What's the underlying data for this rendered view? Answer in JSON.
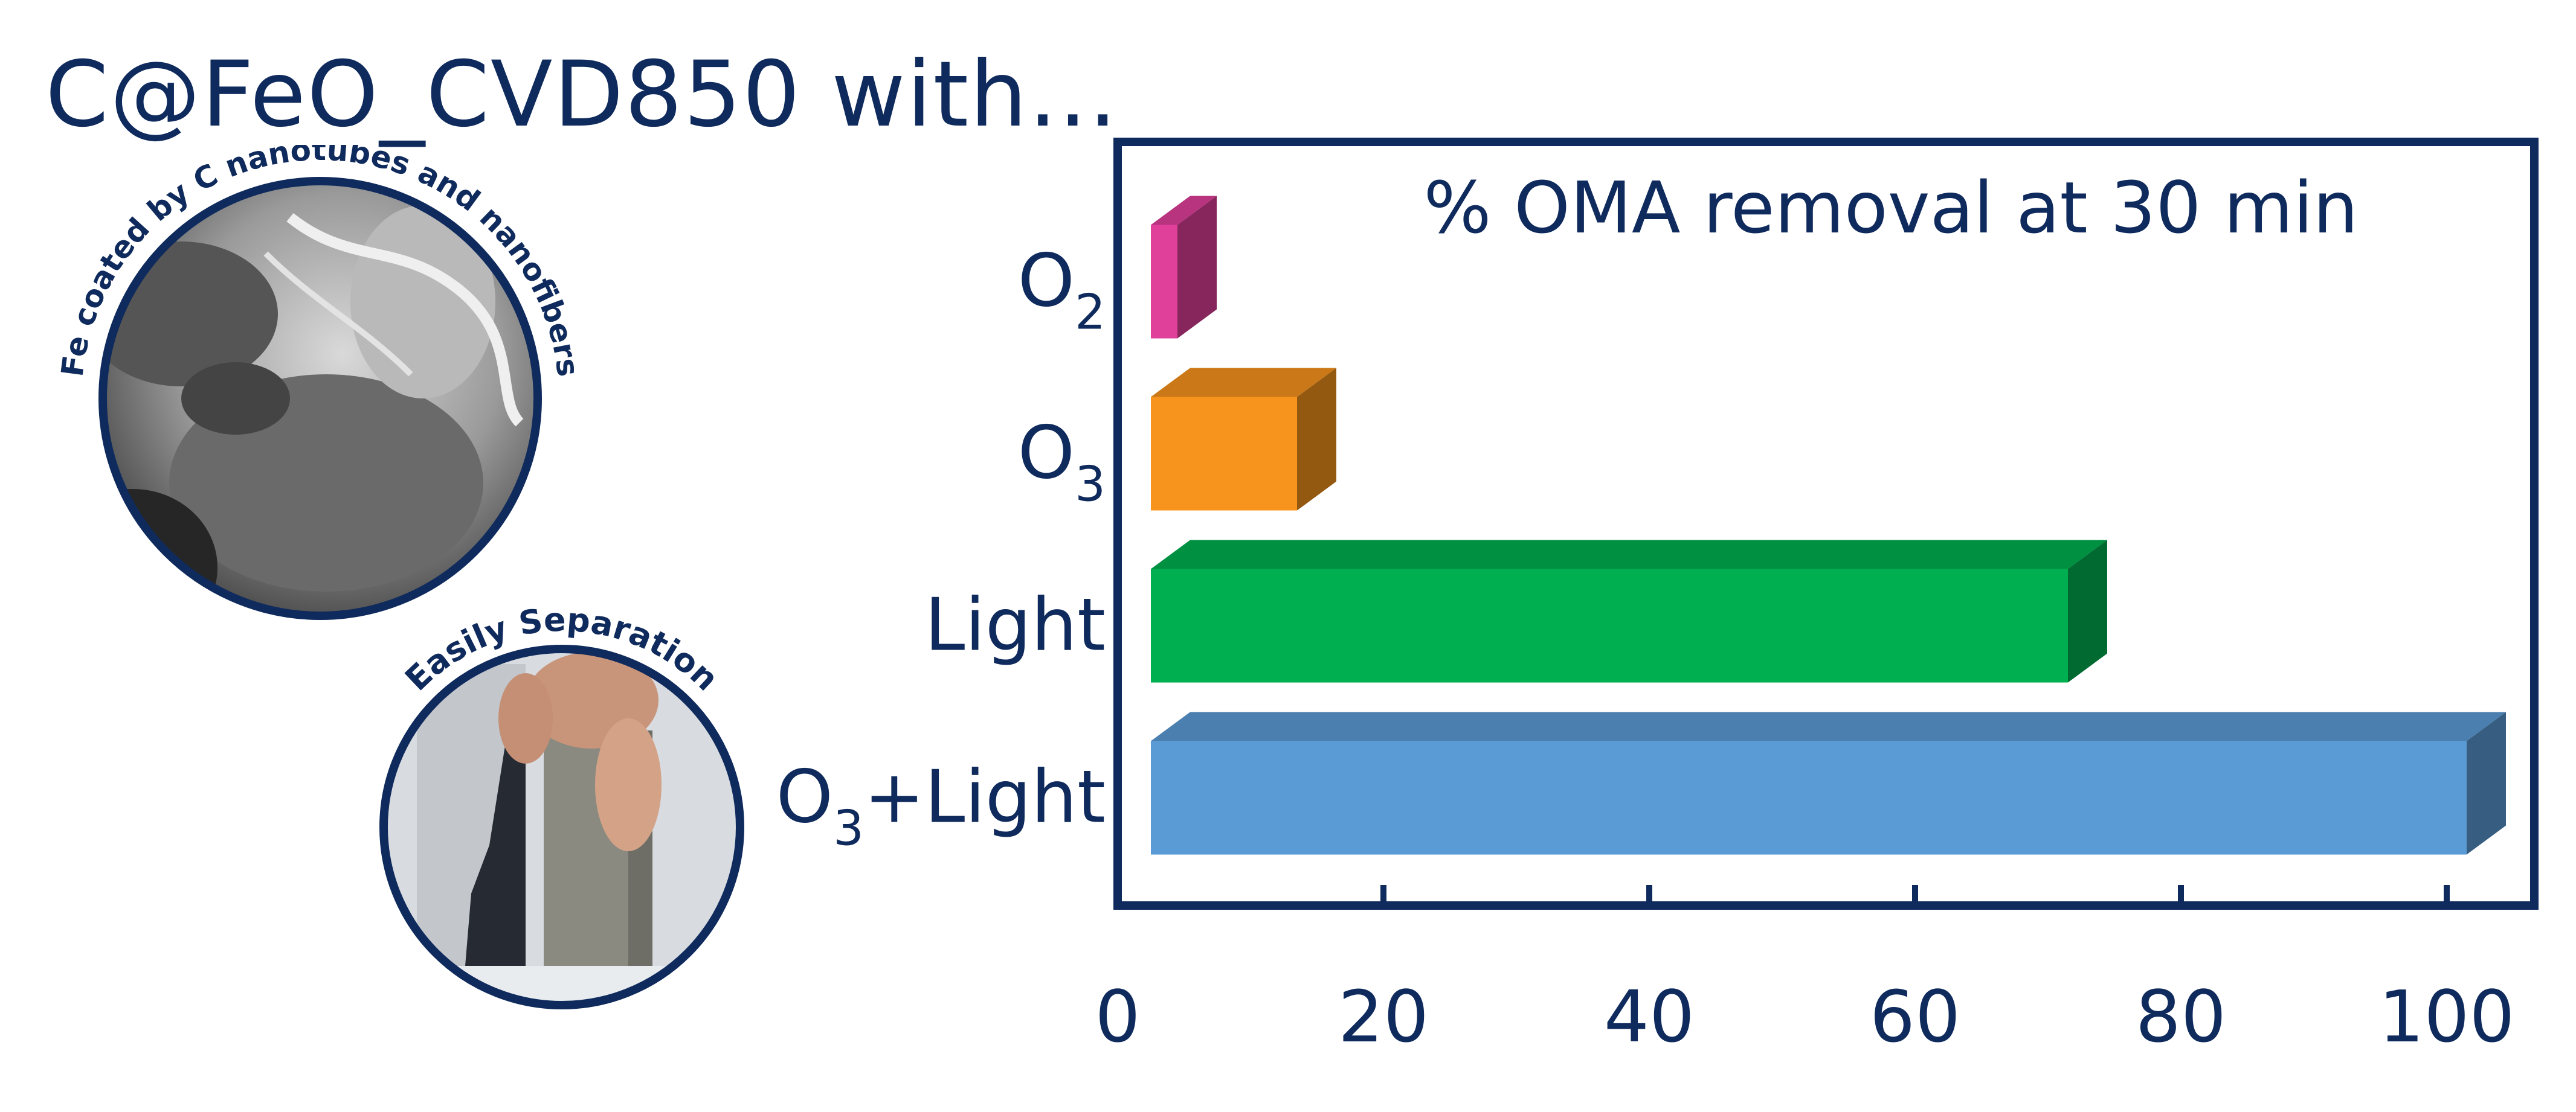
{
  "page": {
    "title": "C@FeO_CVD850 with..."
  },
  "photos": {
    "tem_caption": "Fe coated by C nanotubes and nanofibers",
    "separation_caption": "Easily Separation"
  },
  "colors": {
    "navy": "#0f2a5c",
    "o2": "#e0409a",
    "o3": "#f7941d",
    "light": "#00b050",
    "o3_light": "#5b9bd5"
  },
  "chart_data": {
    "type": "bar",
    "orientation": "horizontal",
    "title": "% OMA removal at 30 min",
    "categories": [
      {
        "base": "O",
        "sub": "2",
        "suffix": ""
      },
      {
        "base": "O",
        "sub": "3",
        "suffix": ""
      },
      {
        "base": "Light",
        "sub": "",
        "suffix": ""
      },
      {
        "base": "O",
        "sub": "3",
        "suffix": "+Light"
      }
    ],
    "values": [
      2,
      11,
      69,
      99
    ],
    "colors": [
      "#e0409a",
      "#f7941d",
      "#00b050",
      "#5b9bd5"
    ],
    "xlim": [
      0,
      105
    ],
    "xticks": [
      0,
      20,
      40,
      60,
      80,
      100
    ],
    "xlabel": "",
    "ylabel": "",
    "grid": false
  }
}
